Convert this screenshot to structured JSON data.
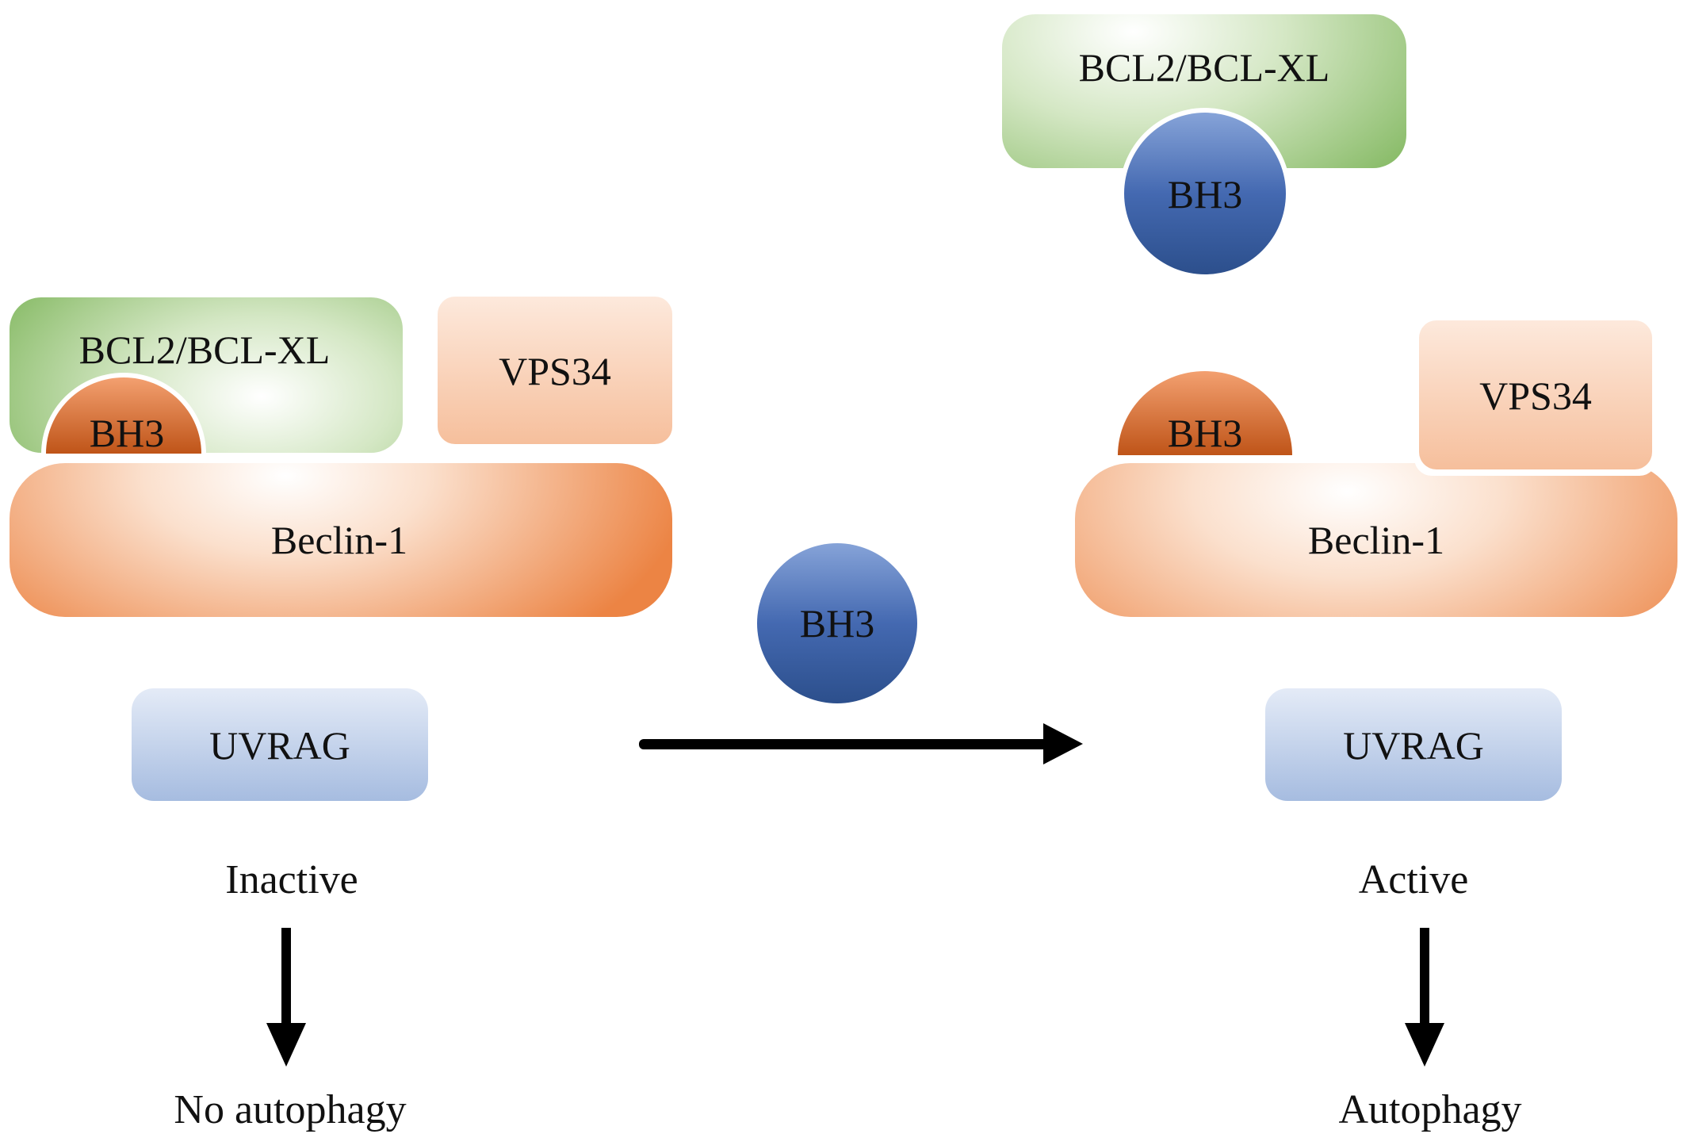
{
  "inactive_complex": {
    "bcl2_label": "BCL2/BCL-XL",
    "bh3_label": "BH3",
    "vps34_label": "VPS34",
    "beclin_label": "Beclin-1",
    "uvrag_label": "UVRAG",
    "state_label": "Inactive",
    "outcome_label": "No autophagy"
  },
  "free_bh3": {
    "label": "BH3"
  },
  "active_complex": {
    "bcl2_label": "BCL2/BCL-XL",
    "bcl2_bh3_label": "BH3",
    "beclin_bh3_label": "BH3",
    "vps34_label": "VPS34",
    "beclin_label": "Beclin-1",
    "uvrag_label": "UVRAG",
    "state_label": "Active",
    "outcome_label": "Autophagy"
  },
  "colors": {
    "green": "#7ab356",
    "orange": "#ec8444",
    "peach": "#f6bf9c",
    "blue_circle": "#3c64aa",
    "uvrag_blue": "#a6bce0",
    "arrow": "#000000"
  }
}
